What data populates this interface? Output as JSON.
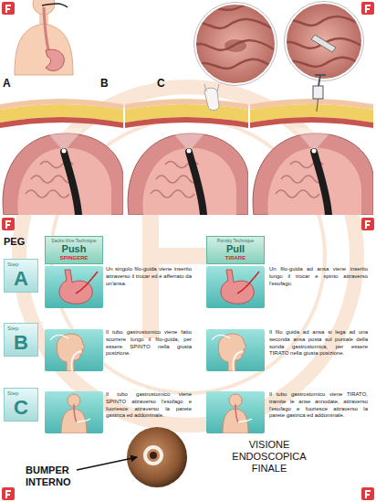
{
  "diagram": {
    "nodes": [
      {
        "text": [
          "Sacks-Vine Technique",
          "Push",
          "SPINGERE"
        ]
      },
      {
        "text": [
          "Ponsky Technique",
          "Pull",
          "TIRARE"
        ]
      },
      {
        "text": [
          "Step",
          "A"
        ]
      },
      {
        "text": [
          "Step",
          "B"
        ]
      },
      {
        "text": [
          "Step",
          "C"
        ]
      }
    ],
    "labels": [
      "A",
      "B",
      "C",
      "PEG",
      "Un singolo filo-guida viene inserito attraverso il trocar ed è afferrato da un'ansa.",
      "Un filo-guida ad ansa viene inserito lungo il trocar e spinto attraverso l'esofago.",
      "Il tubo gastrostomico viene fatto scorrere lungo il filo-guida, per essere SPINTO nella giusta posizione.",
      "Il filo guida ad ansa si lega ad una seconda ansa posta sul puntale della sonda gastrostomica, per essere TIRATO nella giusta posizione.",
      "Il tubo gastrostomico viene SPINTO attraverso l'esofago e fuoriesce attraverso la parete gastrica ed addominale.",
      "Il tubo gastrostomico viene TIRATO, tramite le anse annodate, attraverso l'esofago e fuoriesce attraverso la parete gastrica ed addominale.",
      "BUMPER INTERNO",
      "VISIONE ENDOSCOPICA FINALE"
    ]
  }
}
